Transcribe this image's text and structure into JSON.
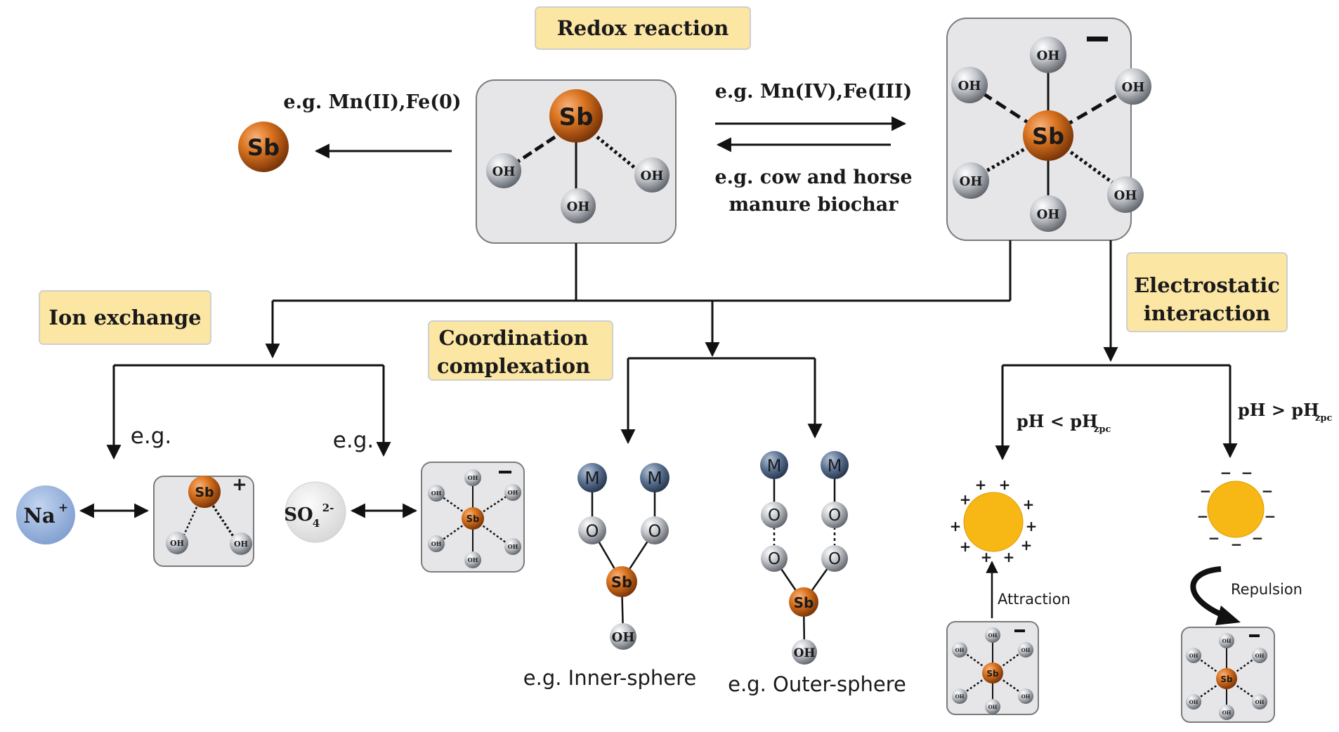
{
  "labels": {
    "redox": "Redox reaction",
    "ion_exchange": "Ion exchange",
    "coordination_line1": "Coordination",
    "coordination_line2": "complexation",
    "electrostatic_line1": "Electrostatic",
    "electrostatic_line2": "interaction"
  },
  "redox_text": {
    "reduction": "e.g. Mn(II),Fe(0)",
    "oxidation": "e.g. Mn(IV),Fe(III)",
    "biochar_line1": "e.g. cow and horse",
    "biochar_line2": "manure biochar"
  },
  "atoms": {
    "sb": "Sb",
    "oh": "OH",
    "o": "O",
    "m": "M",
    "na": "Na",
    "na_sup": "+",
    "so4_base": "SO",
    "so4_sub": "4",
    "so4_sup": "2-"
  },
  "charges": {
    "minus": "−",
    "plus": "+"
  },
  "eg": {
    "left": "e.g.",
    "right": "e.g."
  },
  "complexation": {
    "inner": "e.g. Inner-sphere",
    "outer": "e.g. Outer-sphere"
  },
  "electrostatic": {
    "ph_low_base": "pH < pH",
    "ph_high_base": "pH > pH",
    "ph_sub": "zpc",
    "attraction": "Attraction",
    "repulsion": "Repulsion"
  },
  "colors": {
    "label_box": "#fce6a4",
    "label_border": "#c9c9c9",
    "molecule_box": "#e6e6e8",
    "sb_orange": "#cd6a1c",
    "oh_grey": "#9ea2a8",
    "m_blue": "#4f6581",
    "na_blue": "#9bb6e0",
    "particle_yellow": "#f7b714"
  }
}
